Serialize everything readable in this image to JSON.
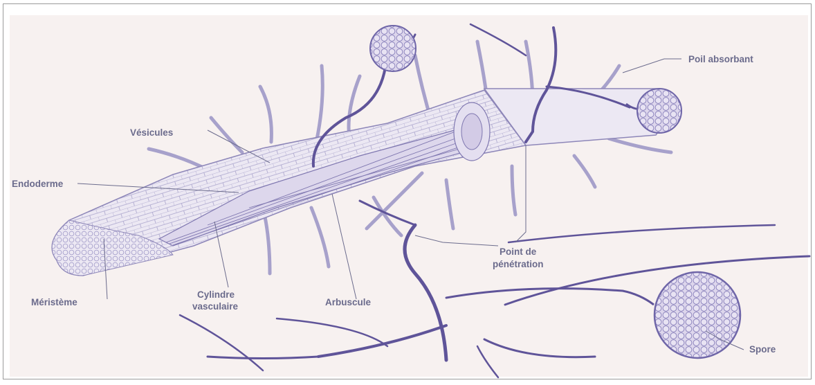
{
  "colors": {
    "background": "#f7f1f0",
    "hypha": "#5f5499",
    "outline": "#8d86b8",
    "cell_fill": "#ece8f3",
    "label": "#6b6b8c",
    "frame": "#9a9a9a"
  },
  "labels": {
    "poil": "Poil absorbant",
    "vesicules": "Vésicules",
    "endoderme": "Endoderme",
    "point_line1": "Point de",
    "point_line2": "pénétration",
    "meristeme": "Méristème",
    "cylindre_line1": "Cylindre",
    "cylindre_line2": "vasculaire",
    "arbuscule": "Arbuscule",
    "spore": "Spore"
  }
}
